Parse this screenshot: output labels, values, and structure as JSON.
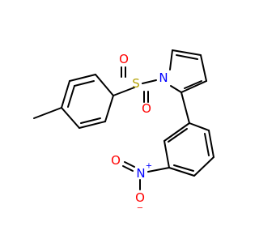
{
  "molecule": {
    "atoms": {
      "sulfur": "S",
      "oxygen_top": "O",
      "oxygen_bottom": "O",
      "nitrogen_pyrrole": "N",
      "nitrogen_nitro": "N",
      "oxygen_nitro_left": "O",
      "oxygen_nitro_bottom": "O"
    },
    "charges": {
      "nitro_nitrogen": "+",
      "nitro_oxygen": "−"
    },
    "colors": {
      "bond": "#000000",
      "sulfur": "#b3a100",
      "nitrogen": "#0000ff",
      "oxygen": "#ff0000"
    }
  }
}
